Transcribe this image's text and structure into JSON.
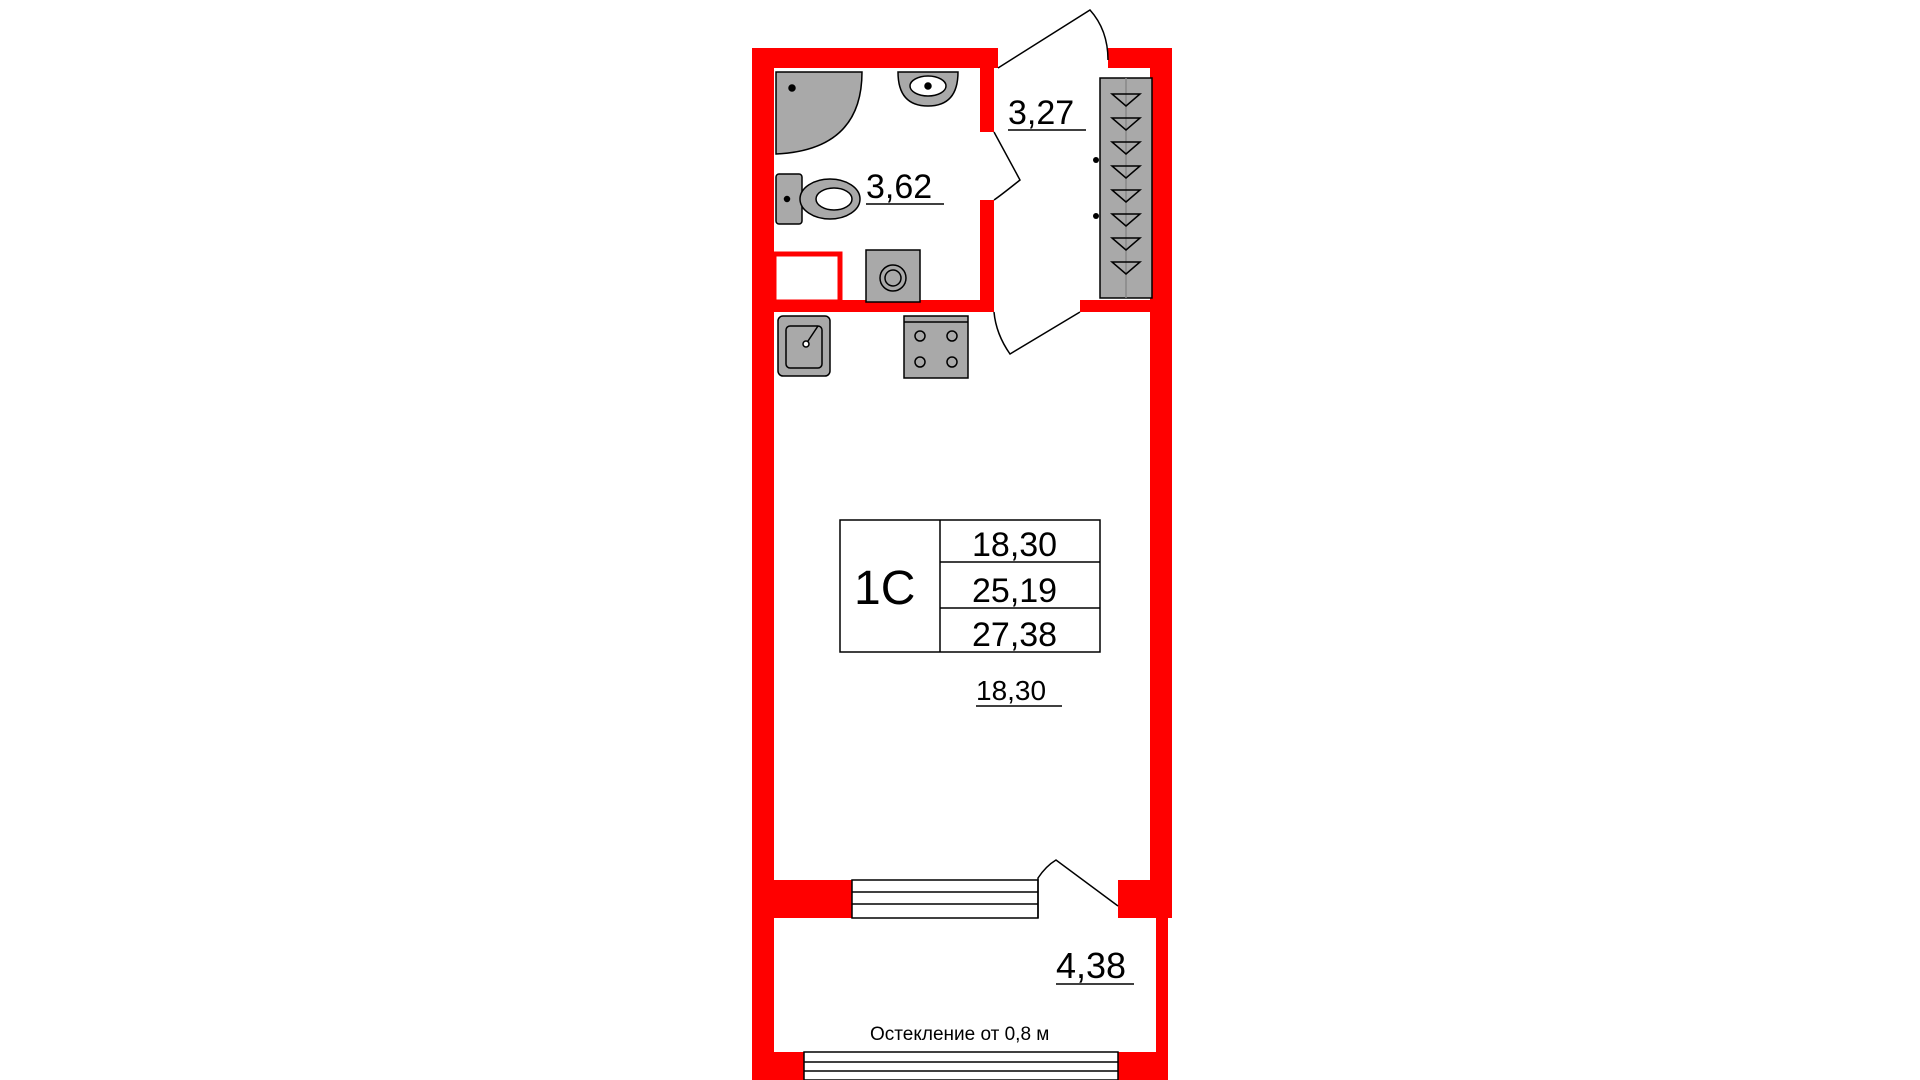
{
  "plan": {
    "apartment_type": "1С",
    "summary_areas": [
      "18,30",
      "25,19",
      "27,38"
    ],
    "rooms": {
      "bathroom": "3,62",
      "hallway": "3,27",
      "living": "18,30",
      "balcony": "4,38"
    },
    "glazing_note": "Остекление от 0,8 м",
    "colors": {
      "wall": "#ff0000",
      "fixture": "#a9a9a9",
      "line": "#000000"
    }
  }
}
